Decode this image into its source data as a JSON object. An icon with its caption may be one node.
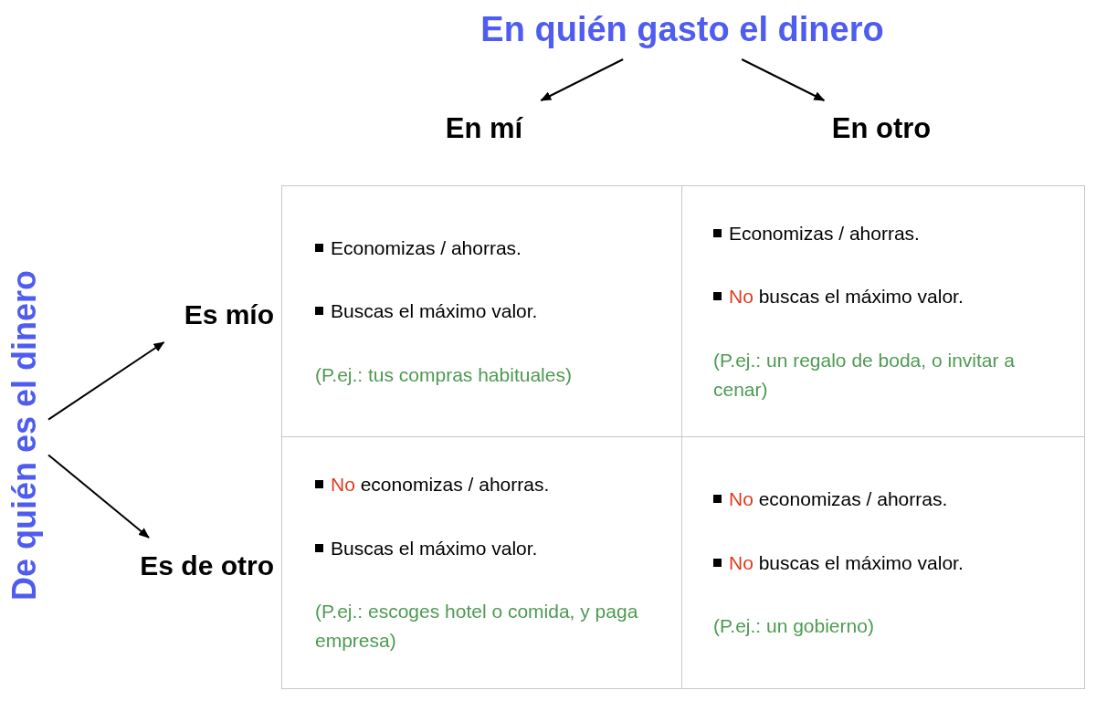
{
  "diagram": {
    "nodes": [
      {
        "text": [
          "En quién gasto el dinero"
        ]
      },
      {
        "text": [
          "En mí"
        ]
      },
      {
        "text": [
          "En otro"
        ]
      },
      {
        "text": [
          "De quién es el dinero"
        ]
      },
      {
        "text": [
          "Es mío"
        ]
      },
      {
        "text": [
          "Es de otro"
        ]
      },
      {
        "text": [
          "Economizas / ahorras.",
          "Buscas el máximo valor.",
          "(P.ej.: tus compras habituales)"
        ]
      },
      {
        "text": [
          "Economizas / ahorras.",
          "No buscas el máximo valor.",
          "(P.ej.: un regalo de boda, o invitar a cenar)"
        ]
      },
      {
        "text": [
          "No economizas / ahorras.",
          "Buscas el máximo valor.",
          "(P.ej.: escoges hotel o comida, y paga empresa)"
        ]
      },
      {
        "text": [
          "No economizas / ahorras.",
          "No buscas el máximo valor.",
          "(P.ej.: un gobierno)"
        ]
      }
    ],
    "edges": [
      {
        "from": 0,
        "to": 1,
        "arrow": "to"
      },
      {
        "from": 0,
        "to": 2,
        "arrow": "to"
      },
      {
        "from": 3,
        "to": 4,
        "arrow": "to"
      },
      {
        "from": 3,
        "to": 5,
        "arrow": "to"
      }
    ]
  }
}
